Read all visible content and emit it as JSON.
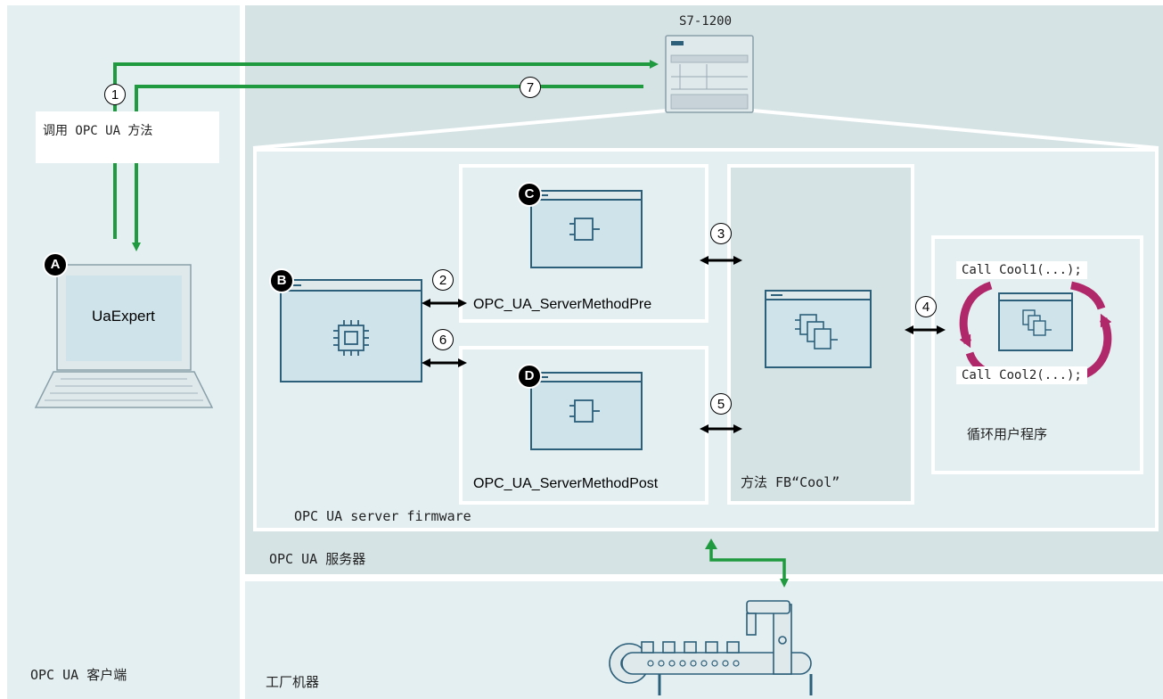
{
  "zones": {
    "client_label": "OPC UA 客户端",
    "server_label": "OPC UA 服务器",
    "factory_label": "工厂机器",
    "firmware_label": "OPC UA server firmware"
  },
  "plc": {
    "name": "S7-1200"
  },
  "client": {
    "callout": "调用 OPC UA 方法",
    "laptop_screen_text": "UaExpert",
    "badge": "A"
  },
  "server": {
    "firmware_badge": "B",
    "pre": {
      "badge": "C",
      "label": "OPC_UA_ServerMethodPre"
    },
    "post": {
      "badge": "D",
      "label": "OPC_UA_ServerMethodPost"
    },
    "method_fb_label": "方法 FB“Cool”",
    "cyclic": {
      "label": "循环用户程序",
      "call1": "Call Cool1(...);",
      "call2": "Call Cool2(...);"
    }
  },
  "steps": [
    "1",
    "2",
    "3",
    "4",
    "5",
    "6",
    "7"
  ],
  "colors": {
    "flow_green": "#1f9a3f",
    "cycle_magenta": "#b0276a",
    "window_blue": "#2c5f7a",
    "window_fill": "#cfe3ea"
  }
}
